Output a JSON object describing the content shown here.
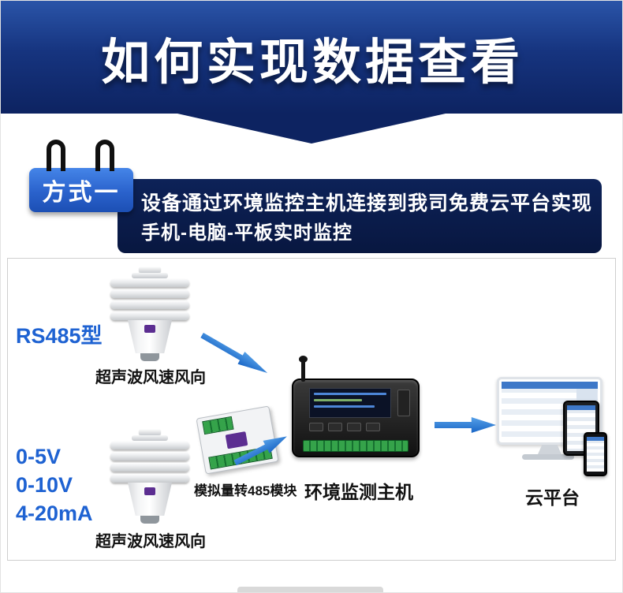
{
  "banner": {
    "title": "如何实现数据查看"
  },
  "method": {
    "tab_label": "方式一",
    "description_line1": "设备通过环境监控主机连接到我司免费云平台实现",
    "description_line2": "手机-电脑-平板实时监控"
  },
  "diagram": {
    "sensor_rs485": {
      "type_label": "RS485型",
      "name": "超声波风速风向"
    },
    "sensor_analog": {
      "type_labels": [
        "0-5V",
        "0-10V",
        "4-20mA"
      ],
      "name": "超声波风速风向"
    },
    "converter": {
      "name": "模拟量转485模块"
    },
    "host": {
      "name": "环境监测主机"
    },
    "cloud": {
      "name": "云平台"
    }
  },
  "colors": {
    "banner_blue": "#16347f",
    "panel_navy": "#0a1d4e",
    "tab_blue": "#2a62cc",
    "accent_blue": "#1e62d2",
    "arrow_blue": "#1a66c6"
  }
}
